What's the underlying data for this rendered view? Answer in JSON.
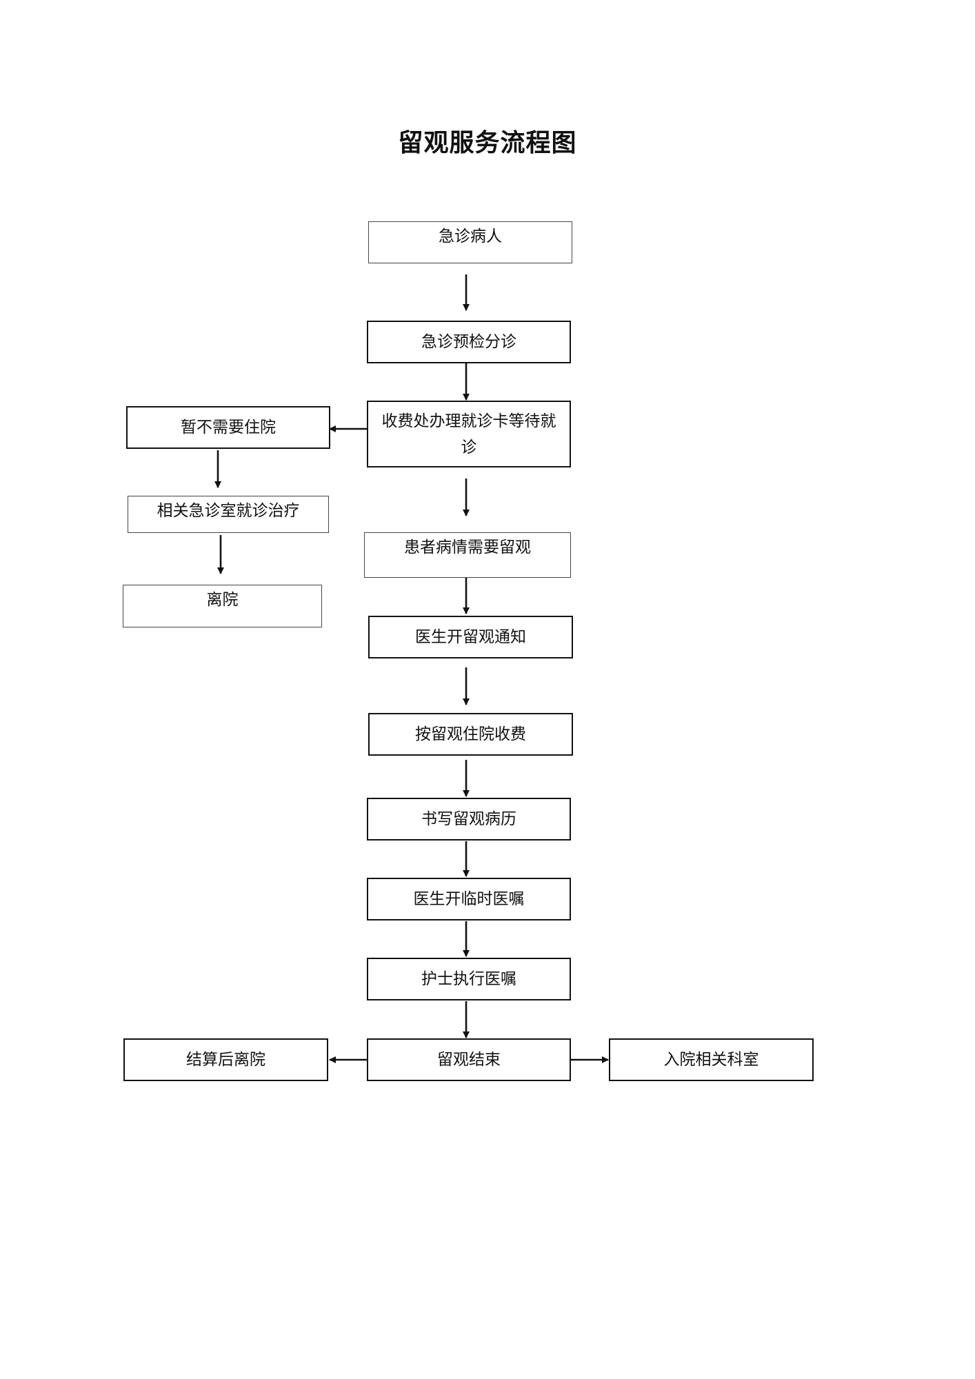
{
  "title": "留观服务流程图",
  "nodes": {
    "emergency_patient": "急诊病人",
    "triage": "急诊预检分诊",
    "registration": "收费处办理就诊卡等待就诊",
    "no_admission": "暂不需要住院",
    "related_clinic": "相关急诊室就诊治疗",
    "leave_hospital": "离院",
    "needs_observation": "患者病情需要留观",
    "observation_notice": "医生开留观通知",
    "charge_by_admission": "按留观住院收费",
    "write_record": "书写留观病历",
    "temporary_order": "医生开临时医嘱",
    "nurse_execute": "护士执行医嘱",
    "observation_end": "留观结束",
    "settle_leave": "结算后离院",
    "admit_department": "入院相关科室"
  }
}
